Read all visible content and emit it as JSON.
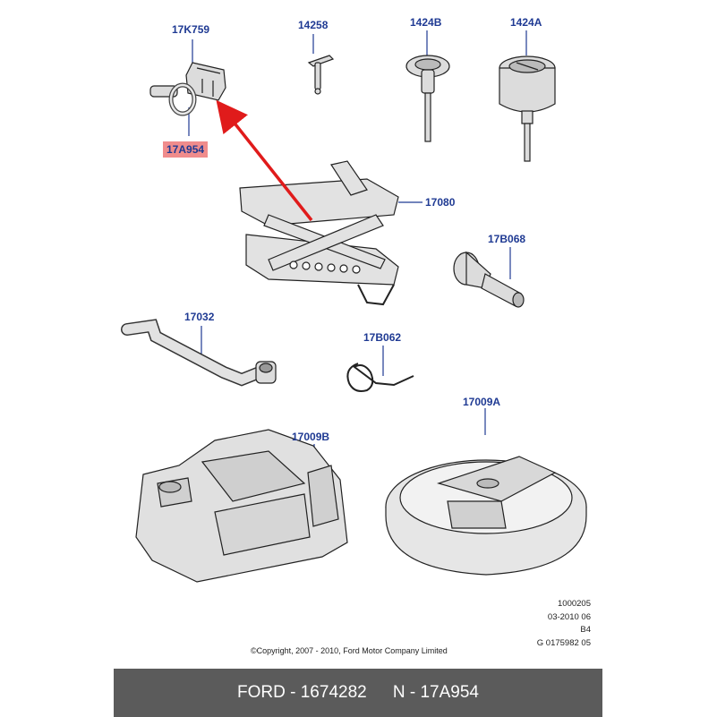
{
  "parts": {
    "p17K759": "17K759",
    "p14258": "14258",
    "p1424B": "1424B",
    "p1424A": "1424A",
    "p17A954": "17A954",
    "p17080": "17080",
    "p17B068": "17B068",
    "p17032": "17032",
    "p17B062": "17B062",
    "p17009A": "17009A",
    "p17009B": "17009B"
  },
  "meta": {
    "line1": "1000205",
    "line2": "03-2010 06",
    "line3": "B4",
    "line4": "G 0175982 05"
  },
  "copyright": "©Copyright, 2007 - 2010, Ford Motor Company Limited",
  "footer": {
    "part_brand": "FORD - 1674282",
    "part_number": "N - 17A954"
  },
  "colors": {
    "label": "#1f3a93",
    "highlight": "#f08c8c",
    "arrow": "#e01b1b",
    "footer_bg": "#5b5b5b"
  }
}
